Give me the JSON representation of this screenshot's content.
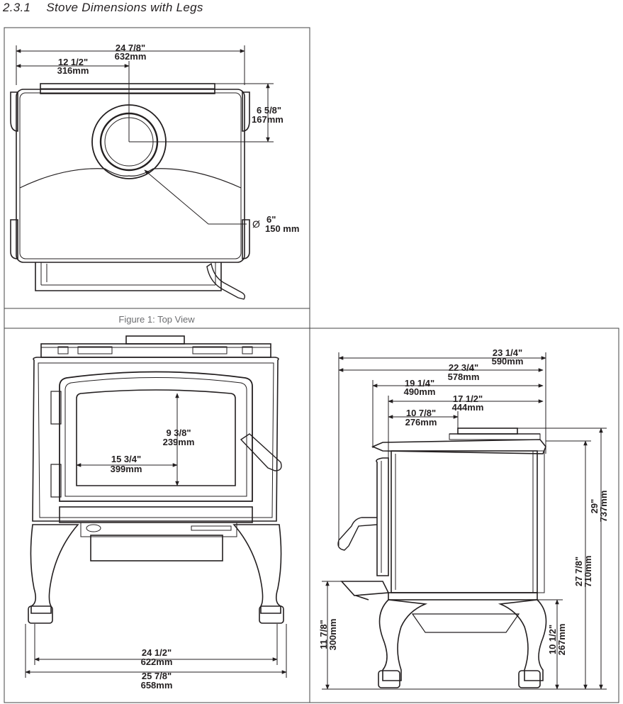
{
  "section": {
    "number": "2.3.1",
    "title": "Stove Dimensions with Legs"
  },
  "top_view": {
    "caption": "Figure 1: Top View",
    "width_in": "24 7/8\"",
    "width_mm": "632mm",
    "half_in": "12 1/2\"",
    "half_mm": "316mm",
    "depth_in": "6 5/8\"",
    "depth_mm": "167mm",
    "flue_symbol": "Ø",
    "flue_in": "6\"",
    "flue_mm": "150 mm"
  },
  "front_view": {
    "glass_h_in": "9 3/8\"",
    "glass_h_mm": "239mm",
    "glass_w_in": "15 3/4\"",
    "glass_w_mm": "399mm",
    "legs_in": "24 1/2\"",
    "legs_mm": "622mm",
    "overall_in": "25 7/8\"",
    "overall_mm": "658mm"
  },
  "side_view": {
    "d1_in": "23 1/4\"",
    "d1_mm": "590mm",
    "d2_in": "22 3/4\"",
    "d2_mm": "578mm",
    "d3_in": "19 1/4\"",
    "d3_mm": "490mm",
    "d4_in": "17 1/2\"",
    "d4_mm": "444mm",
    "d5_in": "10 7/8\"",
    "d5_mm": "276mm",
    "h_total_in": "29\"",
    "h_total_mm": "737mm",
    "h_top_in": "27 7/8\"",
    "h_top_mm": "710mm",
    "h_hearth_in": "11 7/8\"",
    "h_hearth_mm": "300mm",
    "h_bottom_in": "10 1/2\"",
    "h_bottom_mm": "267mm"
  }
}
